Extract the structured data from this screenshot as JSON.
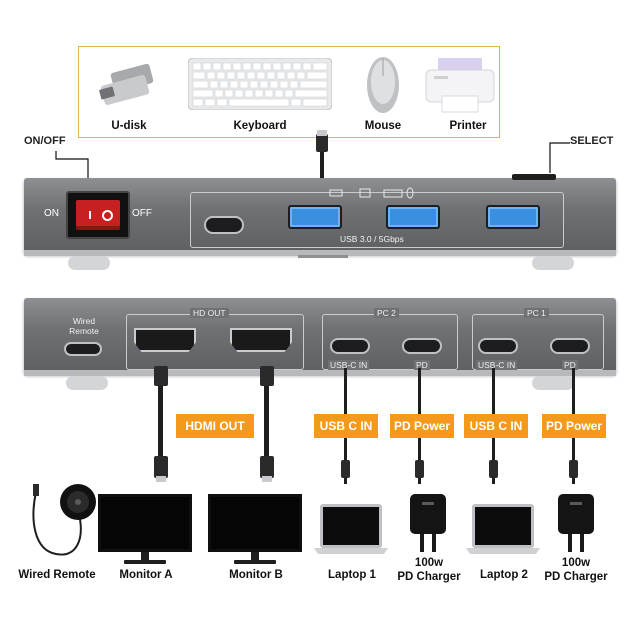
{
  "accessories": [
    {
      "label": "U-disk"
    },
    {
      "label": "Keyboard"
    },
    {
      "label": "Mouse"
    },
    {
      "label": "Printer"
    }
  ],
  "front_panel": {
    "on_off_label": "ON/OFF",
    "select_label": "SELECT",
    "switch_on": "ON",
    "switch_off": "OFF",
    "usb_spec": "USB 3.0 / 5Gbps"
  },
  "back_panel": {
    "wired_remote": "Wired\nRemote",
    "hd_out": "HD OUT",
    "pc2": "PC 2",
    "pc1": "PC 1",
    "usbc_in_1": "USB-C IN",
    "pd_1": "PD",
    "usbc_in_2": "USB-C IN",
    "pd_2": "PD"
  },
  "tags": {
    "hdmi_out": "HDMI OUT",
    "usbc_in_a": "USB C IN",
    "pd_power_a": "PD Power",
    "usbc_in_b": "USB C IN",
    "pd_power_b": "PD Power"
  },
  "devices": [
    {
      "label": "Wired Remote"
    },
    {
      "label": "Monitor A"
    },
    {
      "label": "Monitor B"
    },
    {
      "label": "Laptop 1"
    },
    {
      "label": "100w\nPD Charger"
    },
    {
      "label": "Laptop 2"
    },
    {
      "label": "100w\nPD Charger"
    }
  ],
  "colors": {
    "accent_orange": "#f39a1c",
    "usb_blue": "#3a8fe0",
    "panel_gray": "#6f7175",
    "box_border": "#e0b84a"
  }
}
